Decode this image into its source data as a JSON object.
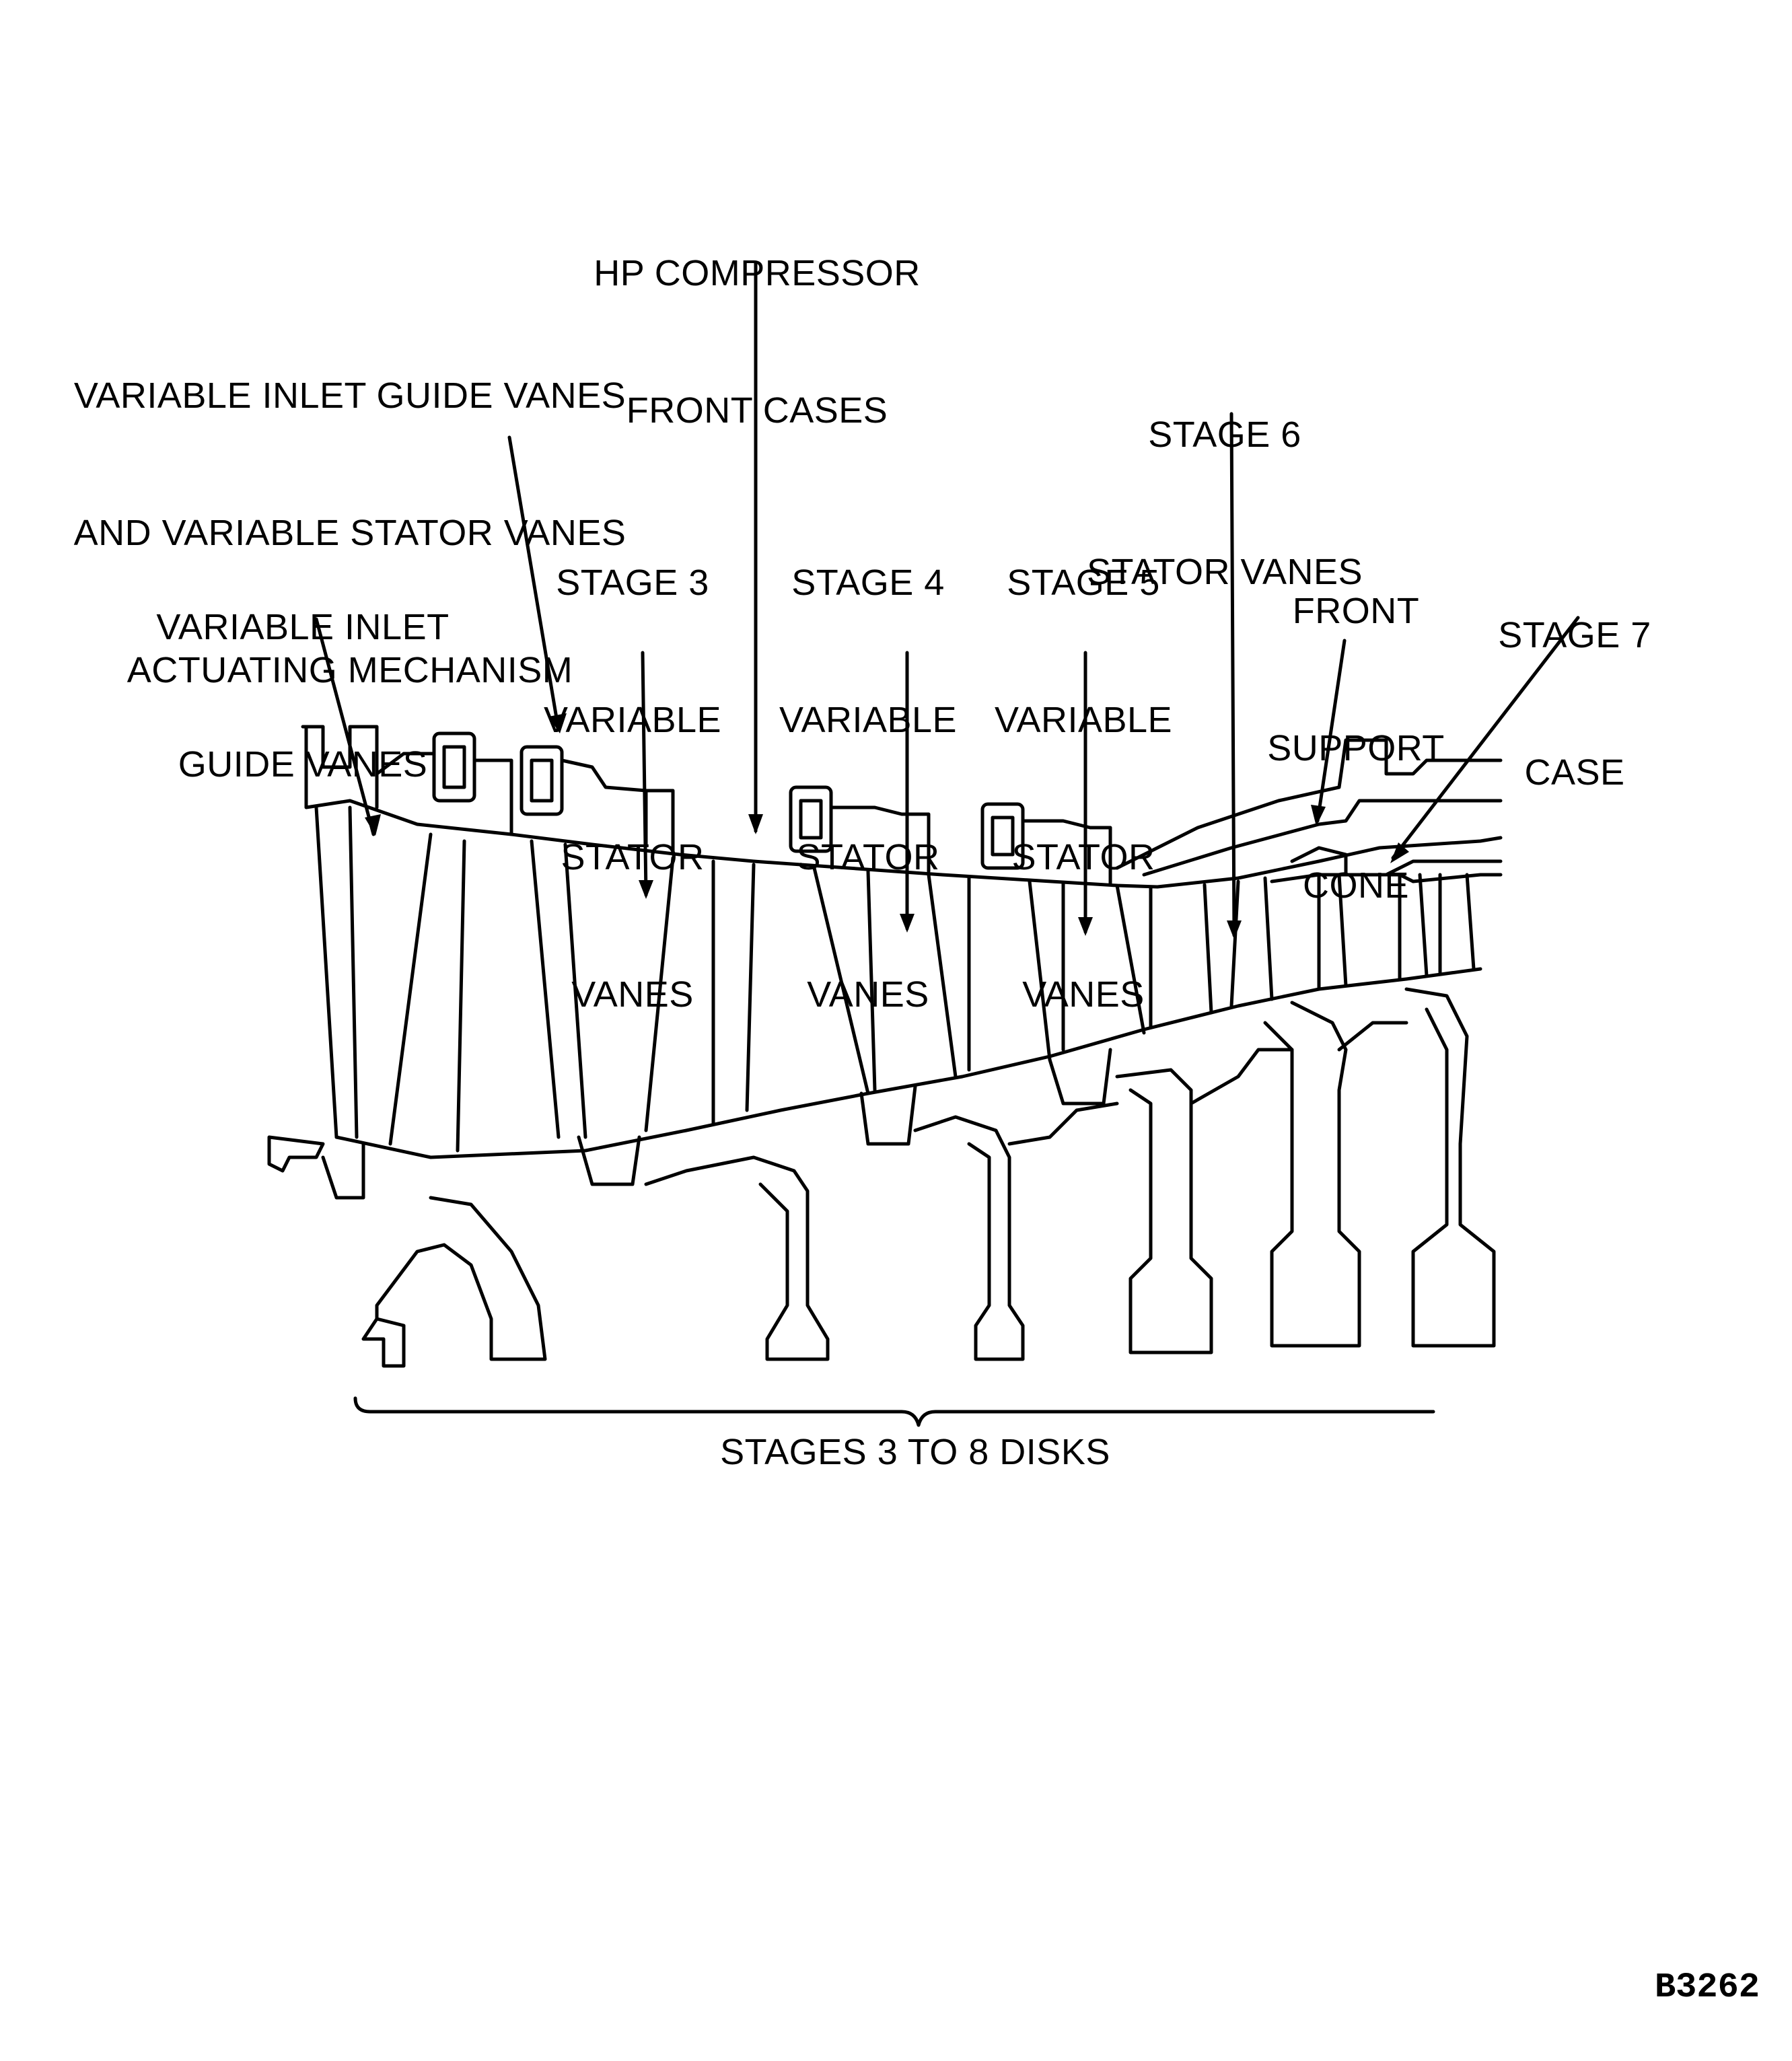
{
  "labels": {
    "hp_front_cases": [
      "HP COMPRESSOR",
      "FRONT CASES"
    ],
    "actuating_mechanism": [
      "VARIABLE INLET GUIDE VANES",
      "AND VARIABLE STATOR VANES",
      "ACTUATING MECHANISM"
    ],
    "inlet_guide_vanes": [
      "VARIABLE INLET",
      "GUIDE VANES"
    ],
    "stage3": [
      "STAGE 3",
      "VARIABLE",
      "STATOR",
      "VANES"
    ],
    "stage4": [
      "STAGE 4",
      "VARIABLE",
      "STATOR",
      "VANES"
    ],
    "stage5": [
      "STAGE 5",
      "VARIABLE",
      "STATOR",
      "VANES"
    ],
    "stage6": [
      "STAGE 6",
      "STATOR VANES"
    ],
    "front_support_cone": [
      "FRONT",
      "SUPPORT",
      "CONE"
    ],
    "stage7_case": [
      "STAGE 7",
      "CASE"
    ],
    "disks": "STAGES 3 TO 8 DISKS"
  },
  "figure_id": "B3262"
}
